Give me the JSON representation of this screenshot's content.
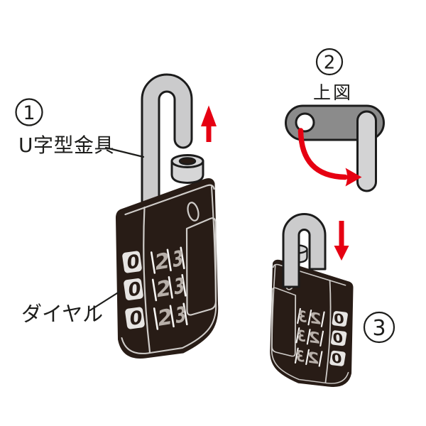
{
  "steps": {
    "one": {
      "number": "1",
      "label": "U字型金具"
    },
    "two": {
      "number": "2",
      "label": "上図"
    },
    "three": {
      "number": "3"
    }
  },
  "dial_label": "ダイヤル",
  "lock": {
    "dial_rows": 3,
    "side_digit": "0",
    "front_digit_left": "2",
    "front_digit_right": "3"
  },
  "colors": {
    "red_arrow": "#e60012",
    "lock_body": "#281c16",
    "shackle": "#cbcbcc",
    "cylinder": "#d6d6d7",
    "topview_body": "#8b8b8b",
    "topview_shackle": "#d3d3d4",
    "dial_wheel": "#e7e5e3",
    "dial_front_digit": "#b7afa9",
    "outline": "#1c1c1c",
    "text": "#1d1d1b",
    "background": "#ffffff"
  }
}
